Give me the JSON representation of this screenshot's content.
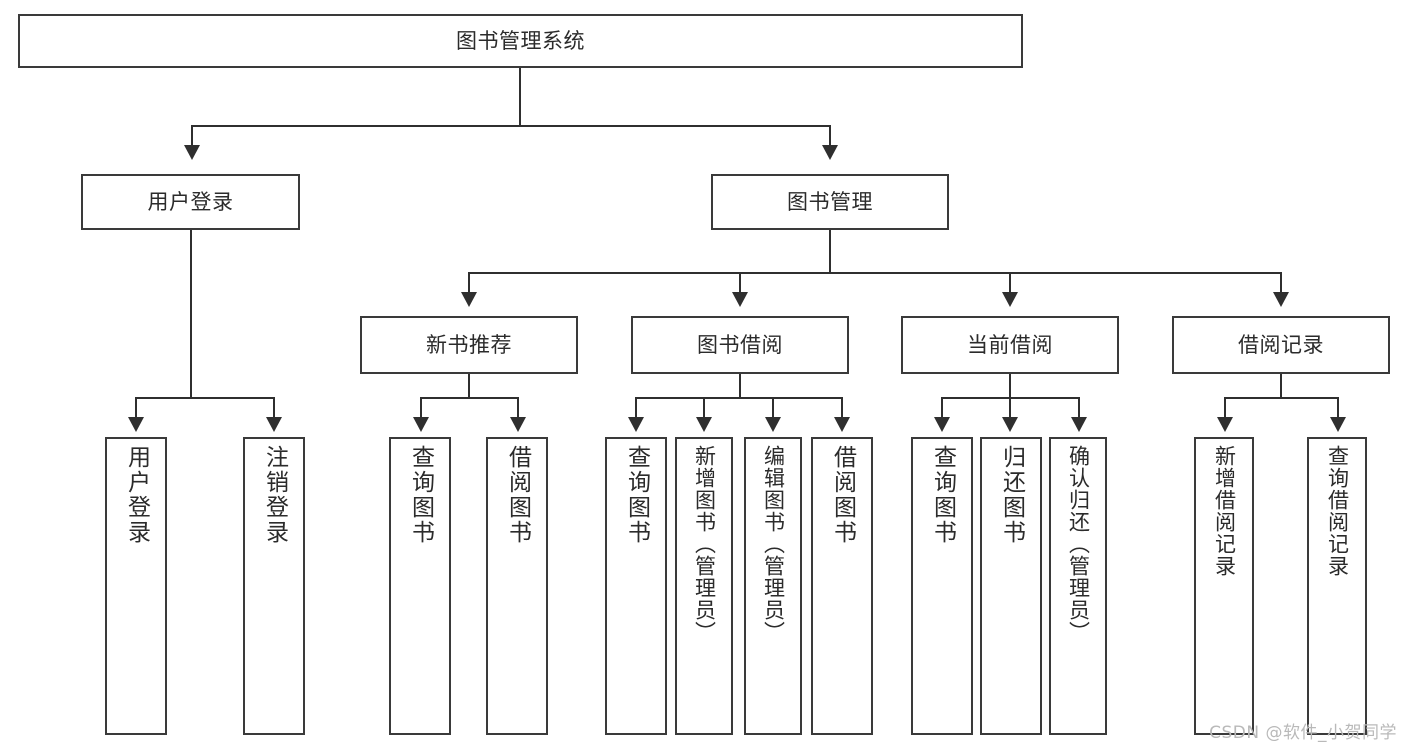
{
  "diagram": {
    "title": "图书管理系统",
    "type": "tree-hierarchy-diagram",
    "root": {
      "label": "图书管理系统"
    },
    "level2": [
      {
        "label": "用户登录"
      },
      {
        "label": "图书管理"
      }
    ],
    "level3": [
      {
        "label": "新书推荐"
      },
      {
        "label": "图书借阅"
      },
      {
        "label": "当前借阅"
      },
      {
        "label": "借阅记录"
      }
    ],
    "leaves": {
      "user_login": [
        {
          "label": "用户登录"
        },
        {
          "label": "注销登录"
        }
      ],
      "new_book_recommend": [
        {
          "label": "查询图书"
        },
        {
          "label": "借阅图书"
        }
      ],
      "book_borrow": [
        {
          "label": "查询图书"
        },
        {
          "label": "新增图书（管理员）"
        },
        {
          "label": "编辑图书（管理员）"
        },
        {
          "label": "借阅图书"
        }
      ],
      "current_borrow": [
        {
          "label": "查询图书"
        },
        {
          "label": "归还图书"
        },
        {
          "label": "确认归还（管理员）"
        }
      ],
      "borrow_record": [
        {
          "label": "新增借阅记录"
        },
        {
          "label": "查询借阅记录"
        }
      ]
    }
  },
  "watermark": {
    "text": "CSDN @软件_小贺同学"
  },
  "colors": {
    "box_border": "#3a3a3a",
    "connector": "#2f2f2f",
    "text": "#2b2b2b",
    "background": "#ffffff",
    "watermark": "#b9b9b9"
  }
}
